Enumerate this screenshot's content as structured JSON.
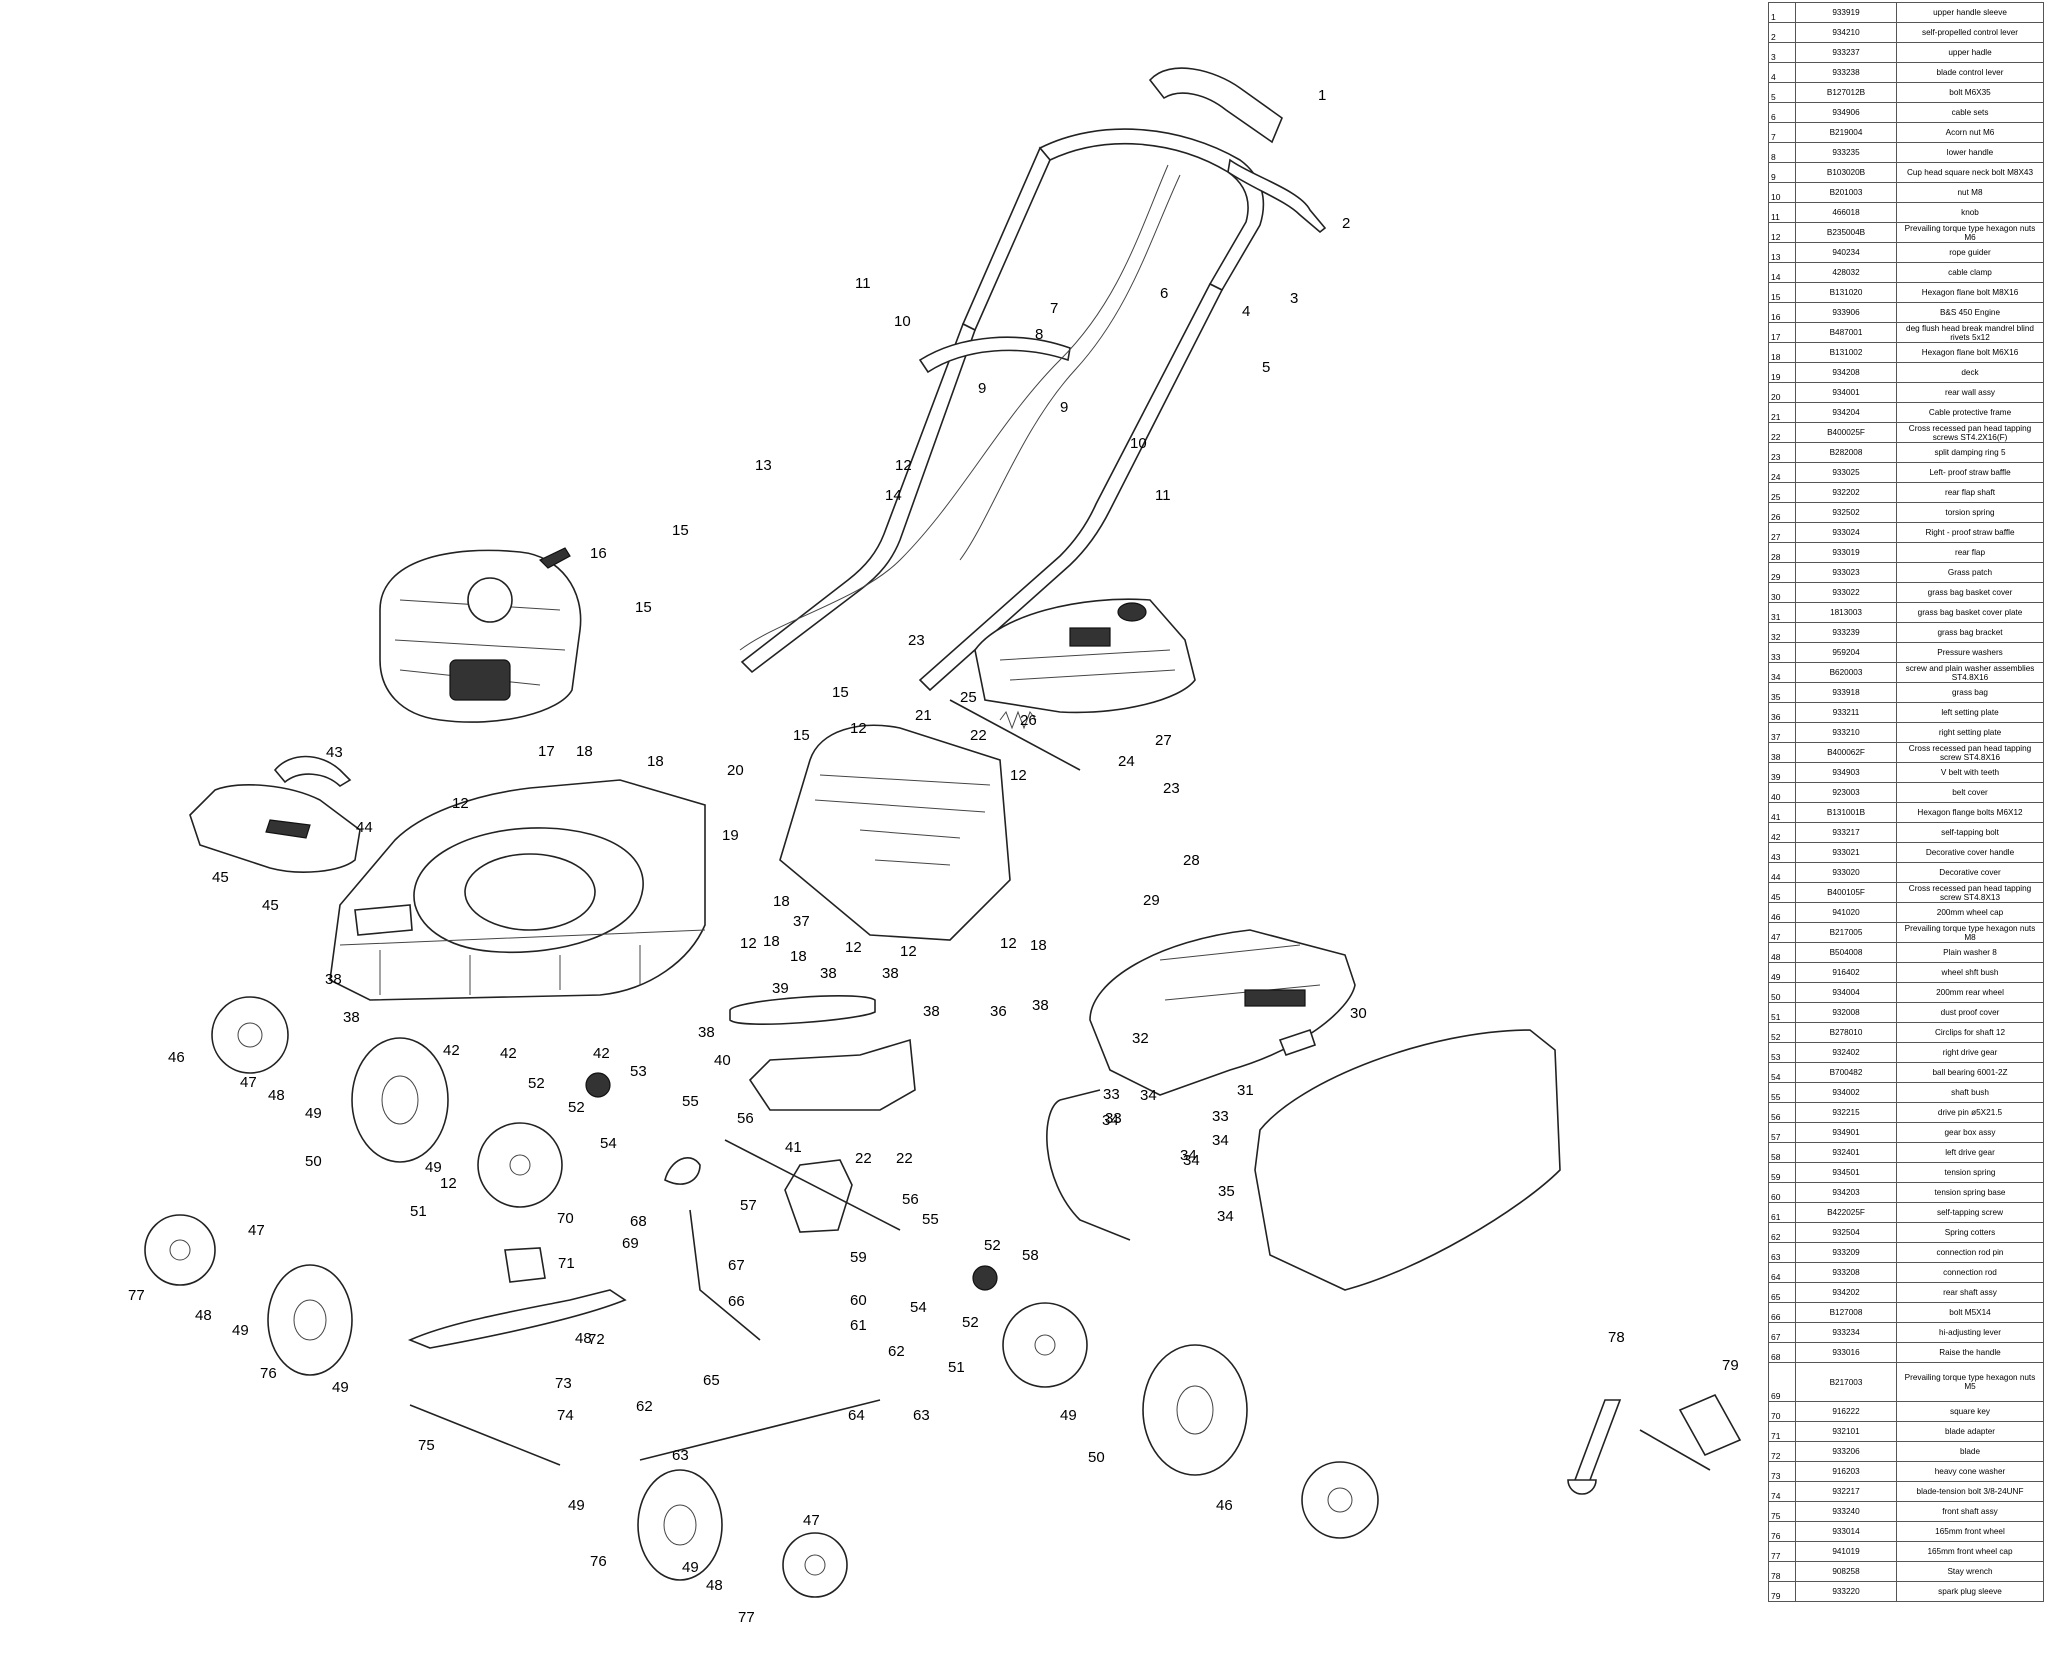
{
  "parts": [
    {
      "no": "1",
      "code": "933919",
      "desc": "upper handle sleeve"
    },
    {
      "no": "2",
      "code": "934210",
      "desc": "self-propelled control lever"
    },
    {
      "no": "3",
      "code": "933237",
      "desc": "upper hadle"
    },
    {
      "no": "4",
      "code": "933238",
      "desc": "blade control lever"
    },
    {
      "no": "5",
      "code": "B127012B",
      "desc": "bolt M6X35"
    },
    {
      "no": "6",
      "code": "934906",
      "desc": "cable sets"
    },
    {
      "no": "7",
      "code": "B219004",
      "desc": "Acorn nut M6"
    },
    {
      "no": "8",
      "code": "933235",
      "desc": "lower handle"
    },
    {
      "no": "9",
      "code": "B103020B",
      "desc": "Cup head square neck bolt M8X43"
    },
    {
      "no": "10",
      "code": "B201003",
      "desc": "nut M8"
    },
    {
      "no": "11",
      "code": "466018",
      "desc": "knob"
    },
    {
      "no": "12",
      "code": "B235004B",
      "desc": "Prevailing torque type hexagon nuts M6"
    },
    {
      "no": "13",
      "code": "940234",
      "desc": "rope guider"
    },
    {
      "no": "14",
      "code": "428032",
      "desc": "cable clamp"
    },
    {
      "no": "15",
      "code": "B131020",
      "desc": "Hexagon flane bolt M8X16"
    },
    {
      "no": "16",
      "code": "933906",
      "desc": "B&S 450 Engine"
    },
    {
      "no": "17",
      "code": "B487001",
      "desc": "deg flush head break mandrel blind rivets 5x12"
    },
    {
      "no": "18",
      "code": "B131002",
      "desc": "Hexagon flane bolt M6X16"
    },
    {
      "no": "19",
      "code": "934208",
      "desc": "deck"
    },
    {
      "no": "20",
      "code": "934001",
      "desc": "rear wall assy"
    },
    {
      "no": "21",
      "code": "934204",
      "desc": "Cable protective frame"
    },
    {
      "no": "22",
      "code": "B400025F",
      "desc": "Cross recessed pan head tapping screws ST4.2X16(F)"
    },
    {
      "no": "23",
      "code": "B282008",
      "desc": "split damping ring 5"
    },
    {
      "no": "24",
      "code": "933025",
      "desc": "Left- proof straw baffle"
    },
    {
      "no": "25",
      "code": "932202",
      "desc": "rear flap shaft"
    },
    {
      "no": "26",
      "code": "932502",
      "desc": "torsion spring"
    },
    {
      "no": "27",
      "code": "933024",
      "desc": "Right - proof straw baffle"
    },
    {
      "no": "28",
      "code": "933019",
      "desc": "rear flap"
    },
    {
      "no": "29",
      "code": "933023",
      "desc": "Grass patch"
    },
    {
      "no": "30",
      "code": "933022",
      "desc": "grass bag basket cover"
    },
    {
      "no": "31",
      "code": "1813003",
      "desc": "grass bag basket cover plate"
    },
    {
      "no": "32",
      "code": "933239",
      "desc": "grass bag bracket"
    },
    {
      "no": "33",
      "code": "959204",
      "desc": "Pressure washers"
    },
    {
      "no": "34",
      "code": "B620003",
      "desc": "screw and plain washer assemblies ST4.8X16"
    },
    {
      "no": "35",
      "code": "933918",
      "desc": "grass bag"
    },
    {
      "no": "36",
      "code": "933211",
      "desc": "left setting plate"
    },
    {
      "no": "37",
      "code": "933210",
      "desc": "right setting plate"
    },
    {
      "no": "38",
      "code": "B400062F",
      "desc": "Cross recessed pan head tapping screw ST4.8X16"
    },
    {
      "no": "39",
      "code": "934903",
      "desc": "V belt with teeth"
    },
    {
      "no": "40",
      "code": "923003",
      "desc": "belt cover"
    },
    {
      "no": "41",
      "code": "B131001B",
      "desc": "Hexagon flange bolts M6X12"
    },
    {
      "no": "42",
      "code": "933217",
      "desc": "self-tapping bolt"
    },
    {
      "no": "43",
      "code": "933021",
      "desc": "Decorative cover handle"
    },
    {
      "no": "44",
      "code": "933020",
      "desc": "Decorative cover"
    },
    {
      "no": "45",
      "code": "B400105F",
      "desc": "Cross recessed pan head tapping screw ST4.8X13"
    },
    {
      "no": "46",
      "code": "941020",
      "desc": "200mm wheel cap"
    },
    {
      "no": "47",
      "code": "B217005",
      "desc": "Prevailing torque type hexagon nuts M8"
    },
    {
      "no": "48",
      "code": "B504008",
      "desc": "Plain washer 8"
    },
    {
      "no": "49",
      "code": "916402",
      "desc": "wheel shft bush"
    },
    {
      "no": "50",
      "code": "934004",
      "desc": "200mm rear wheel"
    },
    {
      "no": "51",
      "code": "932008",
      "desc": "dust proof cover"
    },
    {
      "no": "52",
      "code": "B278010",
      "desc": "Circlips for shaft 12"
    },
    {
      "no": "53",
      "code": "932402",
      "desc": "right drive gear"
    },
    {
      "no": "54",
      "code": "B700482",
      "desc": "ball bearing 6001-2Z"
    },
    {
      "no": "55",
      "code": "934002",
      "desc": "shaft bush"
    },
    {
      "no": "56",
      "code": "932215",
      "desc": "drive pin ø5X21.5"
    },
    {
      "no": "57",
      "code": "934901",
      "desc": "gear box assy"
    },
    {
      "no": "58",
      "code": "932401",
      "desc": "left drive gear"
    },
    {
      "no": "59",
      "code": "934501",
      "desc": "tension spring"
    },
    {
      "no": "60",
      "code": "934203",
      "desc": "tension spring base"
    },
    {
      "no": "61",
      "code": "B422025F",
      "desc": "self-tapping screw"
    },
    {
      "no": "62",
      "code": "932504",
      "desc": "Spring cotters"
    },
    {
      "no": "63",
      "code": "933209",
      "desc": "connection rod pin"
    },
    {
      "no": "64",
      "code": "933208",
      "desc": "connection rod"
    },
    {
      "no": "65",
      "code": "934202",
      "desc": "rear shaft assy"
    },
    {
      "no": "66",
      "code": "B127008",
      "desc": "bolt M5X14"
    },
    {
      "no": "67",
      "code": "933234",
      "desc": "hi-adjusting lever"
    },
    {
      "no": "68",
      "code": "933016",
      "desc": "Raise the handle"
    },
    {
      "no": "69",
      "code": "B217003",
      "desc": "Prevailing torque type hexagon nuts M5"
    },
    {
      "no": "70",
      "code": "916222",
      "desc": "square key"
    },
    {
      "no": "71",
      "code": "932101",
      "desc": "blade adapter"
    },
    {
      "no": "72",
      "code": "933206",
      "desc": "blade"
    },
    {
      "no": "73",
      "code": "916203",
      "desc": "heavy cone washer"
    },
    {
      "no": "74",
      "code": "932217",
      "desc": "blade-tension bolt  3/8-24UNF"
    },
    {
      "no": "75",
      "code": "933240",
      "desc": "front shaft assy"
    },
    {
      "no": "76",
      "code": "933014",
      "desc": "165mm front wheel"
    },
    {
      "no": "77",
      "code": "941019",
      "desc": "165mm front wheel cap"
    },
    {
      "no": "78",
      "code": "908258",
      "desc": "Stay wrench"
    },
    {
      "no": "79",
      "code": "933220",
      "desc": "spark plug sleeve"
    }
  ],
  "callouts": [
    "1",
    "2",
    "3",
    "4",
    "5",
    "6",
    "7",
    "8",
    "9",
    "9",
    "10",
    "10",
    "11",
    "11",
    "12",
    "12",
    "12",
    "12",
    "12",
    "12",
    "12",
    "12",
    "12",
    "13",
    "14",
    "15",
    "15",
    "15",
    "15",
    "16",
    "17",
    "18",
    "18",
    "18",
    "18",
    "18",
    "18",
    "19",
    "20",
    "21",
    "22",
    "22",
    "22",
    "23",
    "23",
    "24",
    "25",
    "26",
    "27",
    "28",
    "29",
    "30",
    "31",
    "32",
    "33",
    "33",
    "33",
    "34",
    "34",
    "34",
    "34",
    "34",
    "34",
    "35",
    "36",
    "37",
    "38",
    "38",
    "38",
    "38",
    "38",
    "38",
    "38",
    "39",
    "40",
    "41",
    "42",
    "42",
    "42",
    "43",
    "44",
    "45",
    "45",
    "46",
    "46",
    "47",
    "47",
    "47",
    "48",
    "48",
    "48",
    "48",
    "49",
    "49",
    "49",
    "49",
    "49",
    "49",
    "49",
    "50",
    "50",
    "51",
    "51",
    "52",
    "52",
    "52",
    "52",
    "53",
    "54",
    "54",
    "55",
    "55",
    "56",
    "56",
    "57",
    "58",
    "59",
    "60",
    "61",
    "62",
    "62",
    "63",
    "63",
    "64",
    "65",
    "66",
    "67",
    "68",
    "69",
    "70",
    "71",
    "72",
    "73",
    "74",
    "75",
    "76",
    "76",
    "77",
    "77",
    "78",
    "79"
  ]
}
